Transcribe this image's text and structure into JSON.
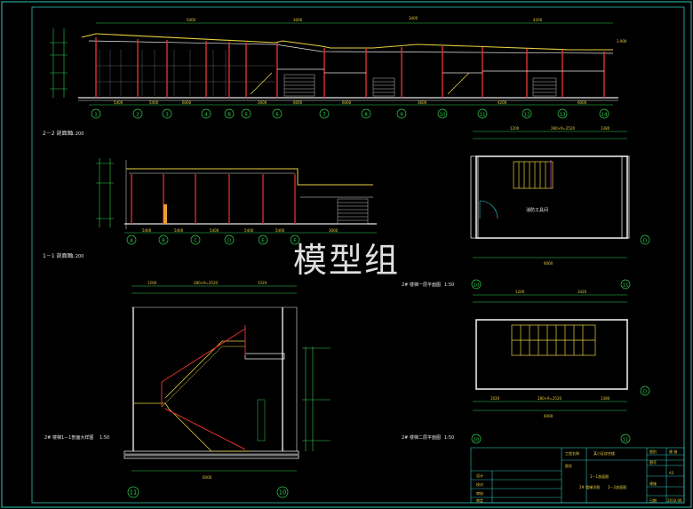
{
  "colors": {
    "background": "#000000",
    "frame": "#2ec4b6",
    "line_white": "#e8e8e8",
    "line_red": "#e03030",
    "line_yellow": "#e8d040",
    "line_green": "#30d050",
    "line_magenta": "#e040e0",
    "line_cyan": "#30d0d0"
  },
  "watermark": "模型组",
  "drawings": {
    "section_22": {
      "title": "2－2 剖面图",
      "scale": "1:200",
      "axes": [
        "1",
        "2",
        "3",
        "4",
        "5",
        "6",
        "7",
        "8",
        "9",
        "10",
        "11",
        "12",
        "13",
        "14"
      ],
      "axis_b": "B"
    },
    "section_11": {
      "title": "1－1 剖面图",
      "scale": "1:200",
      "axes": [
        "A",
        "B",
        "C",
        "D",
        "E",
        "F"
      ]
    },
    "stair_1st": {
      "title": "2# 楼梯一层平面图",
      "scale": "1:50",
      "room": "消防工具间",
      "dims_top": [
        "1200",
        "280×9=2520",
        "1380"
      ],
      "total": "6000",
      "axes": [
        "10",
        "11",
        "D"
      ]
    },
    "stair_2nd": {
      "title": "2# 楼梯二层平面图",
      "scale": "1:50",
      "dims_top": [
        "1200",
        "3420"
      ],
      "total": "6000",
      "dims_bottom": [
        "1020",
        "280×9=2520",
        "1380"
      ],
      "axes": [
        "10",
        "11",
        "D"
      ]
    },
    "stair_section": {
      "title": "2# 楼梯1－1剖面大样图",
      "scale": "1:50",
      "dims_top": [
        "1200",
        "280×9=2520",
        "1520"
      ],
      "total": "6000",
      "axes": [
        "11",
        "10"
      ]
    }
  },
  "title_block": {
    "project_label": "工程名称",
    "project_name": "某小区综合楼",
    "drawing_label": "图名",
    "drawing_name": "1－1剖面图",
    "drawing_name2": "2# 楼梯详图",
    "drawing_name3": "2－2剖面图",
    "cells": [
      "设计",
      "校对",
      "审核",
      "审定"
    ],
    "right_labels": [
      "图别",
      "图号",
      "建施",
      "日期"
    ],
    "right_values": [
      "建 施",
      "A3",
      "2010.06"
    ]
  }
}
